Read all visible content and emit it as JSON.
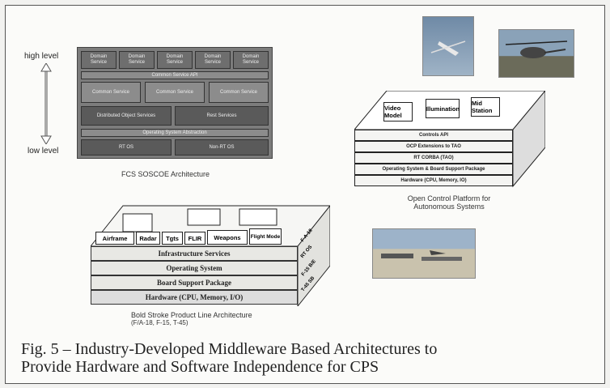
{
  "fcs": {
    "high_level": "high level",
    "low_level": "low level",
    "domain_services": [
      "Domain Service",
      "Domain Service",
      "Domain Service",
      "Domain Service",
      "Domain Service"
    ],
    "common_service_api": "Common Service API",
    "common_services": [
      "Common Service",
      "Common Service",
      "Common Service"
    ],
    "distributed_object_services": "Distributed Object Services",
    "rest_services": "Rest Services",
    "os_abstraction": "Operating System Abstraction",
    "rt_os": "RT OS",
    "non_rt_os": "Non-RT OS",
    "caption": "FCS SOSCOE Architecture"
  },
  "ocp": {
    "components": [
      "Video Model",
      "Illumination",
      "Mid Station"
    ],
    "layers": [
      "Controls API",
      "OCP Extensions to TAO",
      "RT CORBA (TAO)",
      "Operating System & Board Support Package",
      "Hardware (CPU, Memory, IO)"
    ],
    "caption_line1": "Open Control Platform for",
    "caption_line2": "Autonomous Systems"
  },
  "bold_stroke": {
    "apps": [
      "Airframe",
      "Radar",
      "Tgts",
      "FLIR",
      "Weapons",
      "Flight Mode"
    ],
    "layers": [
      "Infrastructure Services",
      "Operating System",
      "Board Support Package",
      "Hardware (CPU, Memory, I/O)"
    ],
    "side_labels": [
      "F-A-18",
      "RT OS",
      "F-15 B/E",
      "T-45 SB"
    ],
    "caption_line1": "Bold Stroke Product Line Architecture",
    "caption_line2": "(F/A-18, F-15, T-45)"
  },
  "figure_caption_line1": "Fig. 5 – Industry-Developed Middleware Based Architectures to",
  "figure_caption_line2": "Provide Hardware and Software Independence for CPS"
}
